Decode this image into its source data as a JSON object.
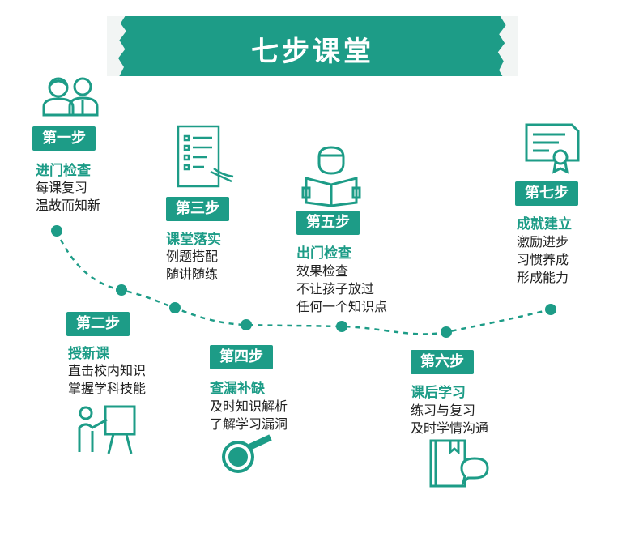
{
  "title": "七步课堂",
  "colors": {
    "accent": "#1d9c87",
    "text": "#222222"
  },
  "steps": [
    {
      "badge": "第一步",
      "title": "进门检查",
      "lines": [
        "每课复习",
        "温故而知新"
      ],
      "icon": "people-icon"
    },
    {
      "badge": "第二步",
      "title": "授新课",
      "lines": [
        "直击校内知识",
        "掌握学科技能"
      ],
      "icon": "teacher-board-icon"
    },
    {
      "badge": "第三步",
      "title": "课堂落实",
      "lines": [
        "例题搭配",
        "随讲随练"
      ],
      "icon": "checklist-icon"
    },
    {
      "badge": "第四步",
      "title": "查漏补缺",
      "lines": [
        "及时知识解析",
        "了解学习漏洞"
      ],
      "icon": "magnifier-icon"
    },
    {
      "badge": "第五步",
      "title": "出门检查",
      "lines": [
        "效果检查",
        "不让孩子放过",
        "任何一个知识点"
      ],
      "icon": "reader-icon"
    },
    {
      "badge": "第六步",
      "title": "课后学习",
      "lines": [
        "练习与复习",
        "及时学情沟通"
      ],
      "icon": "book-chat-icon"
    },
    {
      "badge": "第七步",
      "title": "成就建立",
      "lines": [
        "激励进步",
        "习惯养成",
        "形成能力"
      ],
      "icon": "certificate-icon"
    }
  ]
}
